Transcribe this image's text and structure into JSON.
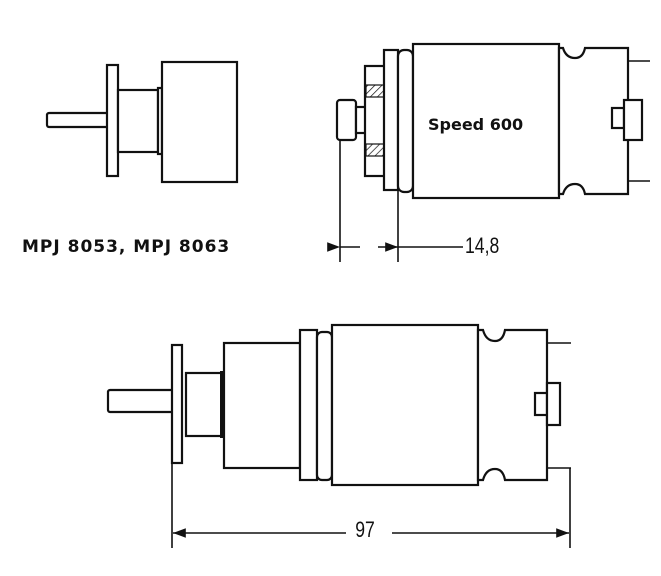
{
  "labels": {
    "gearbox_models": "MPJ 8053, MPJ 8063",
    "motor_name": "Speed 600"
  },
  "dimensions": {
    "shaft_offset": "14,8",
    "total_length": "97"
  }
}
